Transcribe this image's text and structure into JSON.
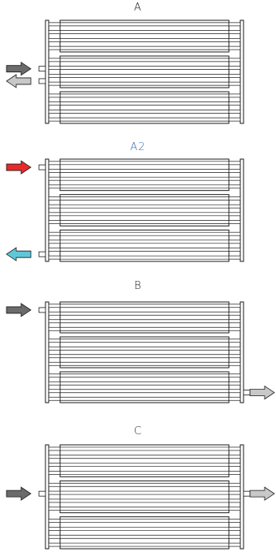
{
  "colors": {
    "line": "#1a1a1a",
    "arrow_dark": "#6b6b6b",
    "arrow_light": "#c8c8c8",
    "arrow_red": "#e8292b",
    "arrow_cyan": "#5fc8d8",
    "label_default": "#1a1a1a",
    "label_accent": "#3b6fb0"
  },
  "variants": [
    {
      "id": "a",
      "label": "A",
      "label_color": "#1a1a1a",
      "arrows": [
        {
          "side": "left",
          "dir": "in",
          "fill": "arrow_dark",
          "level": 0.47
        },
        {
          "side": "left",
          "dir": "out",
          "fill": "arrow_light",
          "level": 0.59
        }
      ],
      "blocks": 3,
      "tubes_per_block": 4
    },
    {
      "id": "a2",
      "label": "A2",
      "label_color": "#3b6fb0",
      "arrows": [
        {
          "side": "left",
          "dir": "in",
          "fill": "arrow_red",
          "level": 0.08
        },
        {
          "side": "left",
          "dir": "out",
          "fill": "arrow_cyan",
          "level": 0.93
        }
      ],
      "blocks": 3,
      "tubes_per_block": 4
    },
    {
      "id": "b",
      "label": "B",
      "label_color": "#1a1a1a",
      "arrows": [
        {
          "side": "left",
          "dir": "in",
          "fill": "arrow_dark",
          "level": 0.08
        },
        {
          "side": "right",
          "dir": "out",
          "fill": "arrow_light",
          "level": 0.9
        }
      ],
      "blocks": 3,
      "tubes_per_block": 4
    },
    {
      "id": "c",
      "label": "C",
      "label_color": "#1a1a1a",
      "arrows": [
        {
          "side": "left",
          "dir": "in",
          "fill": "arrow_dark",
          "level": 0.47
        },
        {
          "side": "right",
          "dir": "out",
          "fill": "arrow_light",
          "level": 0.47
        }
      ],
      "blocks": 3,
      "tubes_per_block": 4
    }
  ]
}
